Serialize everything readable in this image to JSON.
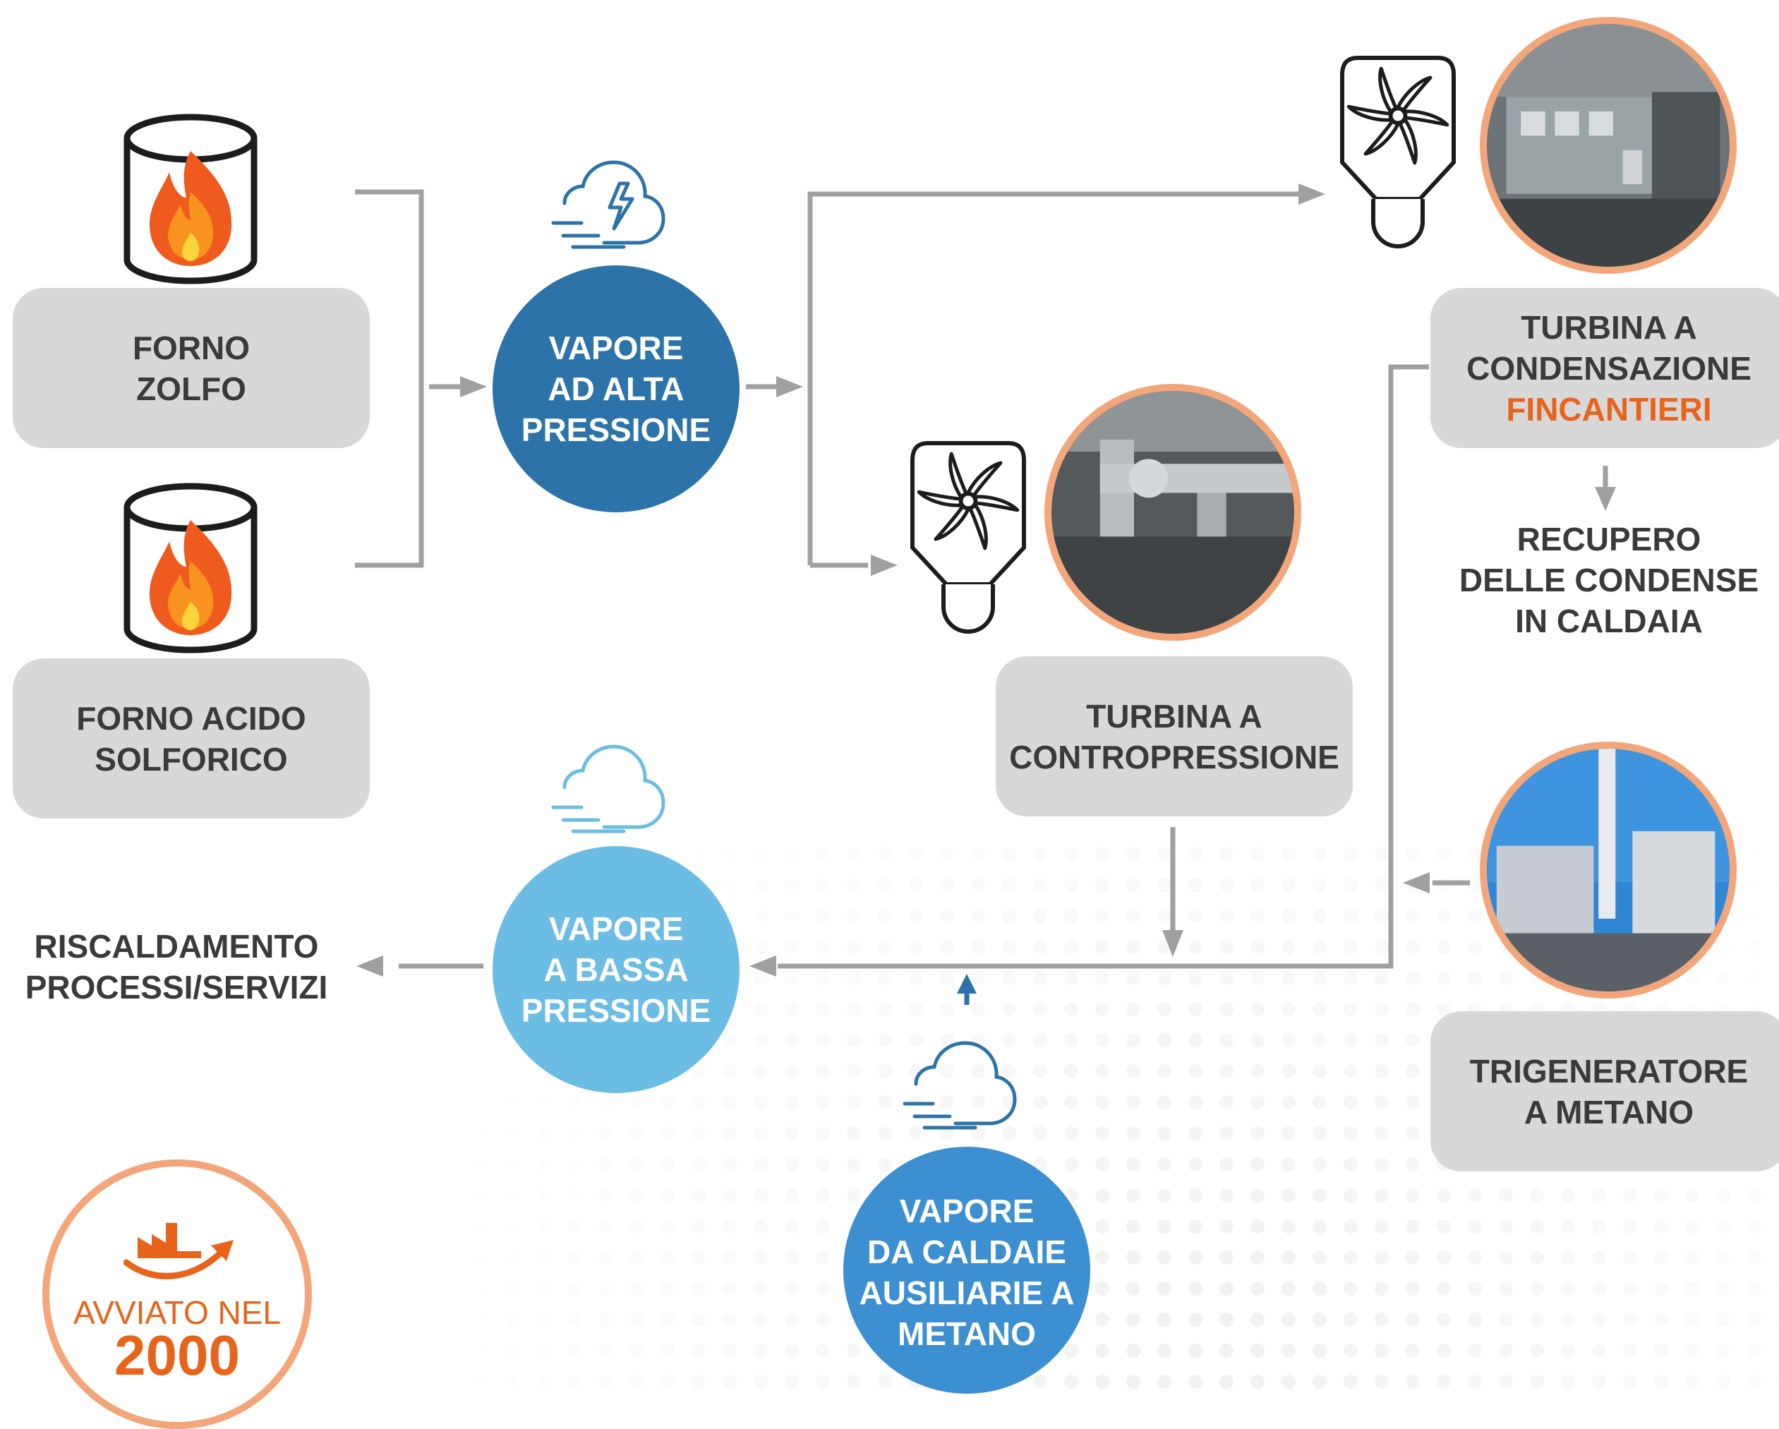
{
  "colors": {
    "connector": "#a0a0a0",
    "box": "#d8d8d8",
    "text": "#3a3a3a",
    "accent": "#e8641b",
    "high_pressure": "#2b73a8",
    "low_pressure": "#6cbde3",
    "aux_steam": "#3c8fd0",
    "photo_ring": "#f2a679"
  },
  "nodes": {
    "forno_zolfo": [
      "FORNO",
      "ZOLFO"
    ],
    "forno_acido": [
      "FORNO ACIDO",
      "SOLFORICO"
    ],
    "vapore_alta": [
      "VAPORE",
      "AD ALTA",
      "PRESSIONE"
    ],
    "turbina_condensazione": [
      "TURBINA A",
      "CONDENSAZIONE"
    ],
    "turbina_condensazione_brand": "FINCANTIERI",
    "recupero": [
      "RECUPERO",
      "DELLE CONDENSE",
      "IN CALDAIA"
    ],
    "turbina_contropressione": [
      "TURBINA A",
      "CONTROPRESSIONE"
    ],
    "trigeneratore": [
      "TRIGENERATORE",
      "A METANO"
    ],
    "vapore_bassa": [
      "VAPORE",
      "A BASSA",
      "PRESSIONE"
    ],
    "riscaldamento": [
      "RISCALDAMENTO",
      "PROCESSI/SERVIZI"
    ],
    "vapore_caldaie": [
      "VAPORE",
      "DA CALDAIE",
      "AUSILIARIE A",
      "METANO"
    ]
  },
  "badge": {
    "line1": "AVVIATO NEL",
    "line2": "2000",
    "icon": "factory-arrow-icon"
  },
  "icons": {
    "furnace": "furnace-fire-icon",
    "turbine": "turbine-icon",
    "steam_bolt": "steam-lightning-icon",
    "steam": "steam-cloud-icon"
  }
}
